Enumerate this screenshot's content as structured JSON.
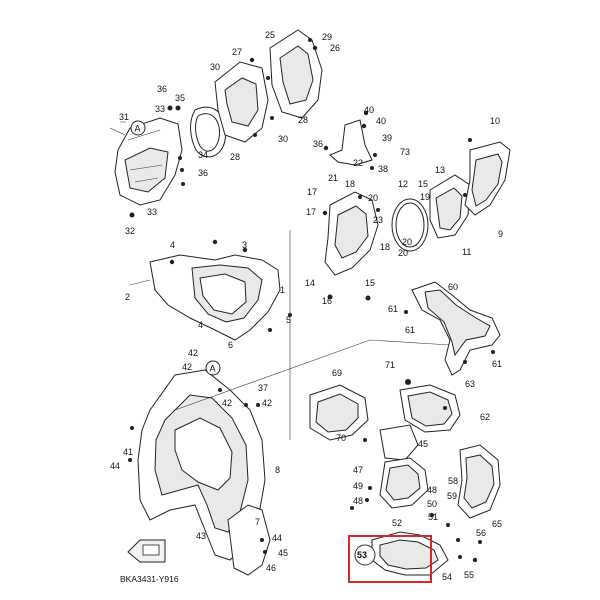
{
  "diagram_code": "BKA3431-Y916",
  "highlight_color": "#d8262f",
  "highlighted_part": "53",
  "circle_ref": "A",
  "callouts": [
    {
      "id": "c31",
      "label": "31"
    },
    {
      "id": "c35",
      "label": "35"
    },
    {
      "id": "c36a",
      "label": "36"
    },
    {
      "id": "c33a",
      "label": "33"
    },
    {
      "id": "c34",
      "label": "34"
    },
    {
      "id": "c36b",
      "label": "36"
    },
    {
      "id": "c33b",
      "label": "33"
    },
    {
      "id": "c32",
      "label": "32"
    },
    {
      "id": "c28a",
      "label": "28"
    },
    {
      "id": "c30a",
      "label": "30"
    },
    {
      "id": "c27",
      "label": "27"
    },
    {
      "id": "c25",
      "label": "25"
    },
    {
      "id": "c29",
      "label": "29"
    },
    {
      "id": "c26",
      "label": "26"
    },
    {
      "id": "c28b",
      "label": "28"
    },
    {
      "id": "c30b",
      "label": "30"
    },
    {
      "id": "c40",
      "label": "40"
    },
    {
      "id": "c40b",
      "label": "40"
    },
    {
      "id": "c39",
      "label": "39"
    },
    {
      "id": "c36c",
      "label": "36"
    },
    {
      "id": "c73",
      "label": "73"
    },
    {
      "id": "c38",
      "label": "38"
    },
    {
      "id": "c10",
      "label": "10"
    },
    {
      "id": "c22",
      "label": "22"
    },
    {
      "id": "c21",
      "label": "21"
    },
    {
      "id": "c13",
      "label": "13"
    },
    {
      "id": "c17",
      "label": "17"
    },
    {
      "id": "c18",
      "label": "18"
    },
    {
      "id": "c12",
      "label": "12"
    },
    {
      "id": "c15",
      "label": "15"
    },
    {
      "id": "c19",
      "label": "19"
    },
    {
      "id": "c20",
      "label": "20"
    },
    {
      "id": "c17b",
      "label": "17"
    },
    {
      "id": "c9",
      "label": "9"
    },
    {
      "id": "c23",
      "label": "23"
    },
    {
      "id": "c20b",
      "label": "20"
    },
    {
      "id": "c11",
      "label": "11"
    },
    {
      "id": "c18b",
      "label": "18"
    },
    {
      "id": "c20c",
      "label": "20"
    },
    {
      "id": "c14",
      "label": "14"
    },
    {
      "id": "c15b",
      "label": "15"
    },
    {
      "id": "c16",
      "label": "16"
    },
    {
      "id": "c4a",
      "label": "4"
    },
    {
      "id": "c3",
      "label": "3"
    },
    {
      "id": "c2",
      "label": "2"
    },
    {
      "id": "c1",
      "label": "1"
    },
    {
      "id": "c4b",
      "label": "4"
    },
    {
      "id": "c5",
      "label": "5"
    },
    {
      "id": "c6",
      "label": "6"
    },
    {
      "id": "c60",
      "label": "60"
    },
    {
      "id": "c61a",
      "label": "61"
    },
    {
      "id": "c61b",
      "label": "61"
    },
    {
      "id": "c61c",
      "label": "61"
    },
    {
      "id": "c42a",
      "label": "42"
    },
    {
      "id": "c42b",
      "label": "42"
    },
    {
      "id": "c71",
      "label": "71"
    },
    {
      "id": "c69",
      "label": "69"
    },
    {
      "id": "c63",
      "label": "63"
    },
    {
      "id": "c62",
      "label": "62"
    },
    {
      "id": "c37",
      "label": "37"
    },
    {
      "id": "c42c",
      "label": "42"
    },
    {
      "id": "c42d",
      "label": "42"
    },
    {
      "id": "c41",
      "label": "41"
    },
    {
      "id": "c44a",
      "label": "44"
    },
    {
      "id": "c8",
      "label": "8"
    },
    {
      "id": "c45a",
      "label": "45"
    },
    {
      "id": "c47",
      "label": "47"
    },
    {
      "id": "c70",
      "label": "70"
    },
    {
      "id": "c49",
      "label": "49"
    },
    {
      "id": "c48a",
      "label": "48"
    },
    {
      "id": "c48b",
      "label": "48"
    },
    {
      "id": "c50",
      "label": "50"
    },
    {
      "id": "c52",
      "label": "52"
    },
    {
      "id": "c51",
      "label": "51"
    },
    {
      "id": "c58",
      "label": "58"
    },
    {
      "id": "c59",
      "label": "59"
    },
    {
      "id": "c65",
      "label": "65"
    },
    {
      "id": "c7",
      "label": "7"
    },
    {
      "id": "c44b",
      "label": "44"
    },
    {
      "id": "c43",
      "label": "43"
    },
    {
      "id": "c45b",
      "label": "45"
    },
    {
      "id": "c46",
      "label": "46"
    },
    {
      "id": "c56",
      "label": "56"
    },
    {
      "id": "c55",
      "label": "55"
    },
    {
      "id": "c54",
      "label": "54"
    },
    {
      "id": "c53",
      "label": "53"
    }
  ]
}
